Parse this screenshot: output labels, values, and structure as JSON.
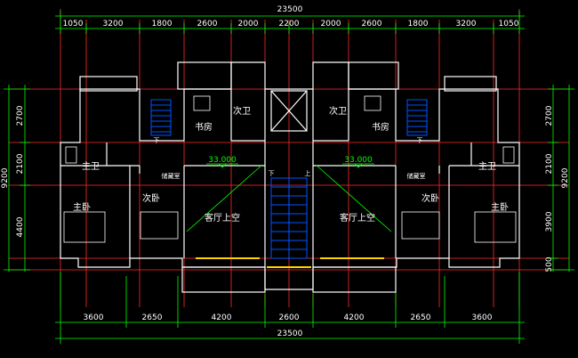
{
  "colors": {
    "background": "#000000",
    "wall": "#ffffff",
    "dimension": "#00ff00",
    "axis": "#ff2a2a",
    "stair": "#0055ff",
    "furniture": "#ffffff",
    "window": "#ffd200"
  },
  "dims_top": {
    "overall": "23500",
    "segments": [
      "1050",
      "3200",
      "1800",
      "2600",
      "2000",
      "2200",
      "2000",
      "2600",
      "1800",
      "3200",
      "1050"
    ]
  },
  "dims_bottom": {
    "overall": "23500",
    "segments": [
      "3600",
      "2650",
      "4200",
      "2600",
      "4200",
      "2650",
      "3600"
    ]
  },
  "dims_left": {
    "overall": "9200",
    "segments": [
      "2700",
      "2100",
      "4400"
    ]
  },
  "dims_right": {
    "overall": "9200",
    "segments": [
      "2700",
      "2100",
      "3900",
      "500"
    ]
  },
  "rooms": {
    "master_bath": "主卫",
    "master_bedroom": "主卧",
    "second_bedroom": "次卧",
    "storage": "储藏室",
    "living_void": "客厅上空",
    "second_bath": "次卫",
    "study": "书房",
    "down": "下",
    "up": "上"
  },
  "elevation": "33.000"
}
